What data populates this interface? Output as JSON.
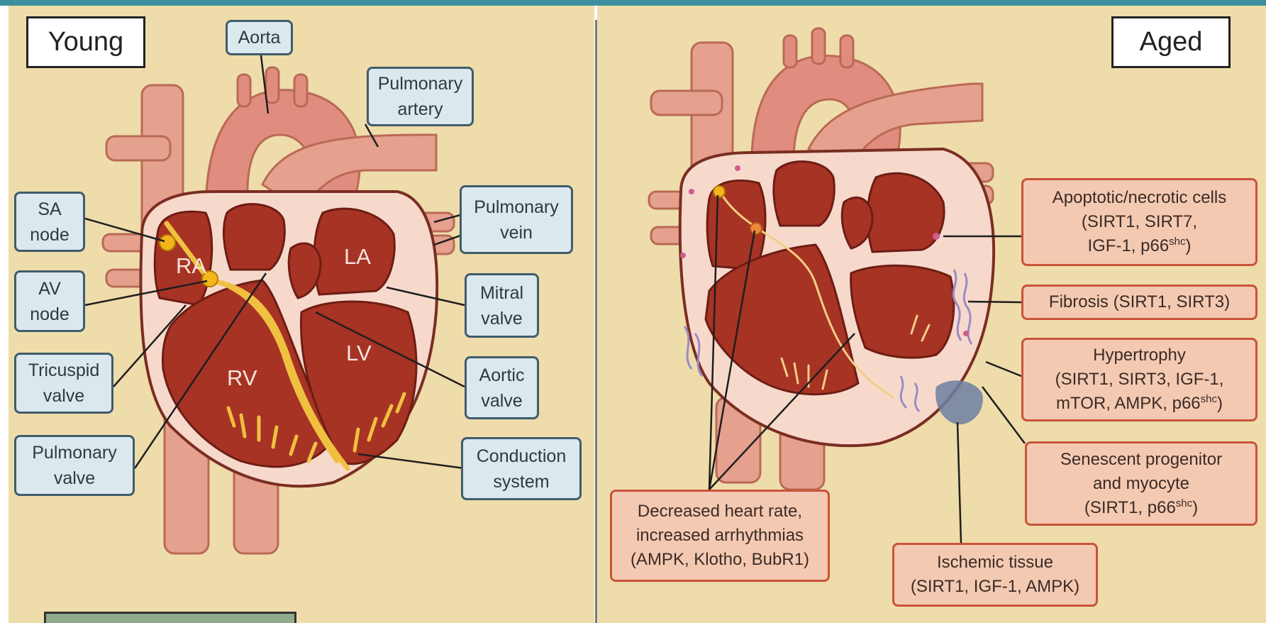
{
  "young": {
    "title": "Young",
    "chambers": {
      "ra": "RA",
      "la": "LA",
      "rv": "RV",
      "lv": "LV"
    },
    "labels": {
      "aorta": "Aorta",
      "pulmonary_artery": "Pulmonary\nartery",
      "sa_node": "SA\nnode",
      "av_node": "AV\nnode",
      "tricuspid_valve": "Tricuspid\nvalve",
      "pulmonary_valve": "Pulmonary\nvalve",
      "pulmonary_vein": "Pulmonary\nvein",
      "mitral_valve": "Mitral\nvalve",
      "aortic_valve": "Aortic\nvalve",
      "conduction_system": "Conduction\nsystem"
    }
  },
  "aged": {
    "title": "Aged",
    "labels": {
      "apoptotic_line1": "Apoptotic/necrotic cells",
      "apoptotic_line2": "(SIRT1, SIRT7,",
      "apoptotic_line3": "IGF-1, p66",
      "apoptotic_sup": "shc",
      "apoptotic_close": ")",
      "fibrosis": "Fibrosis (SIRT1, SIRT3)",
      "hypertrophy_line1": "Hypertrophy",
      "hypertrophy_line2": "(SIRT1, SIRT3, IGF-1,",
      "hypertrophy_line3": "mTOR, AMPK, p66",
      "hypertrophy_sup": "shc",
      "hypertrophy_close": ")",
      "senescent_line1": "Senescent progenitor",
      "senescent_line2": "and myocyte",
      "senescent_line3": "(SIRT1, p66",
      "senescent_sup": "shc",
      "senescent_close": ")",
      "heart_rate": "Decreased heart rate,\nincreased arrhythmias\n(AMPK, Klotho, BubR1)",
      "ischemic": "Ischemic tissue\n(SIRT1, IGF-1, AMPK)"
    }
  },
  "colors": {
    "background": "#efdcab",
    "frame": "#3d8fa0",
    "blue_box_fill": "#dbe8ee",
    "blue_box_border": "#3f5d6b",
    "salmon_box_fill": "#f4c9b2",
    "salmon_box_border": "#c9533a",
    "myocardium": "#a73324",
    "vessel": "#e5a08e",
    "conduction": "#f0c040"
  }
}
